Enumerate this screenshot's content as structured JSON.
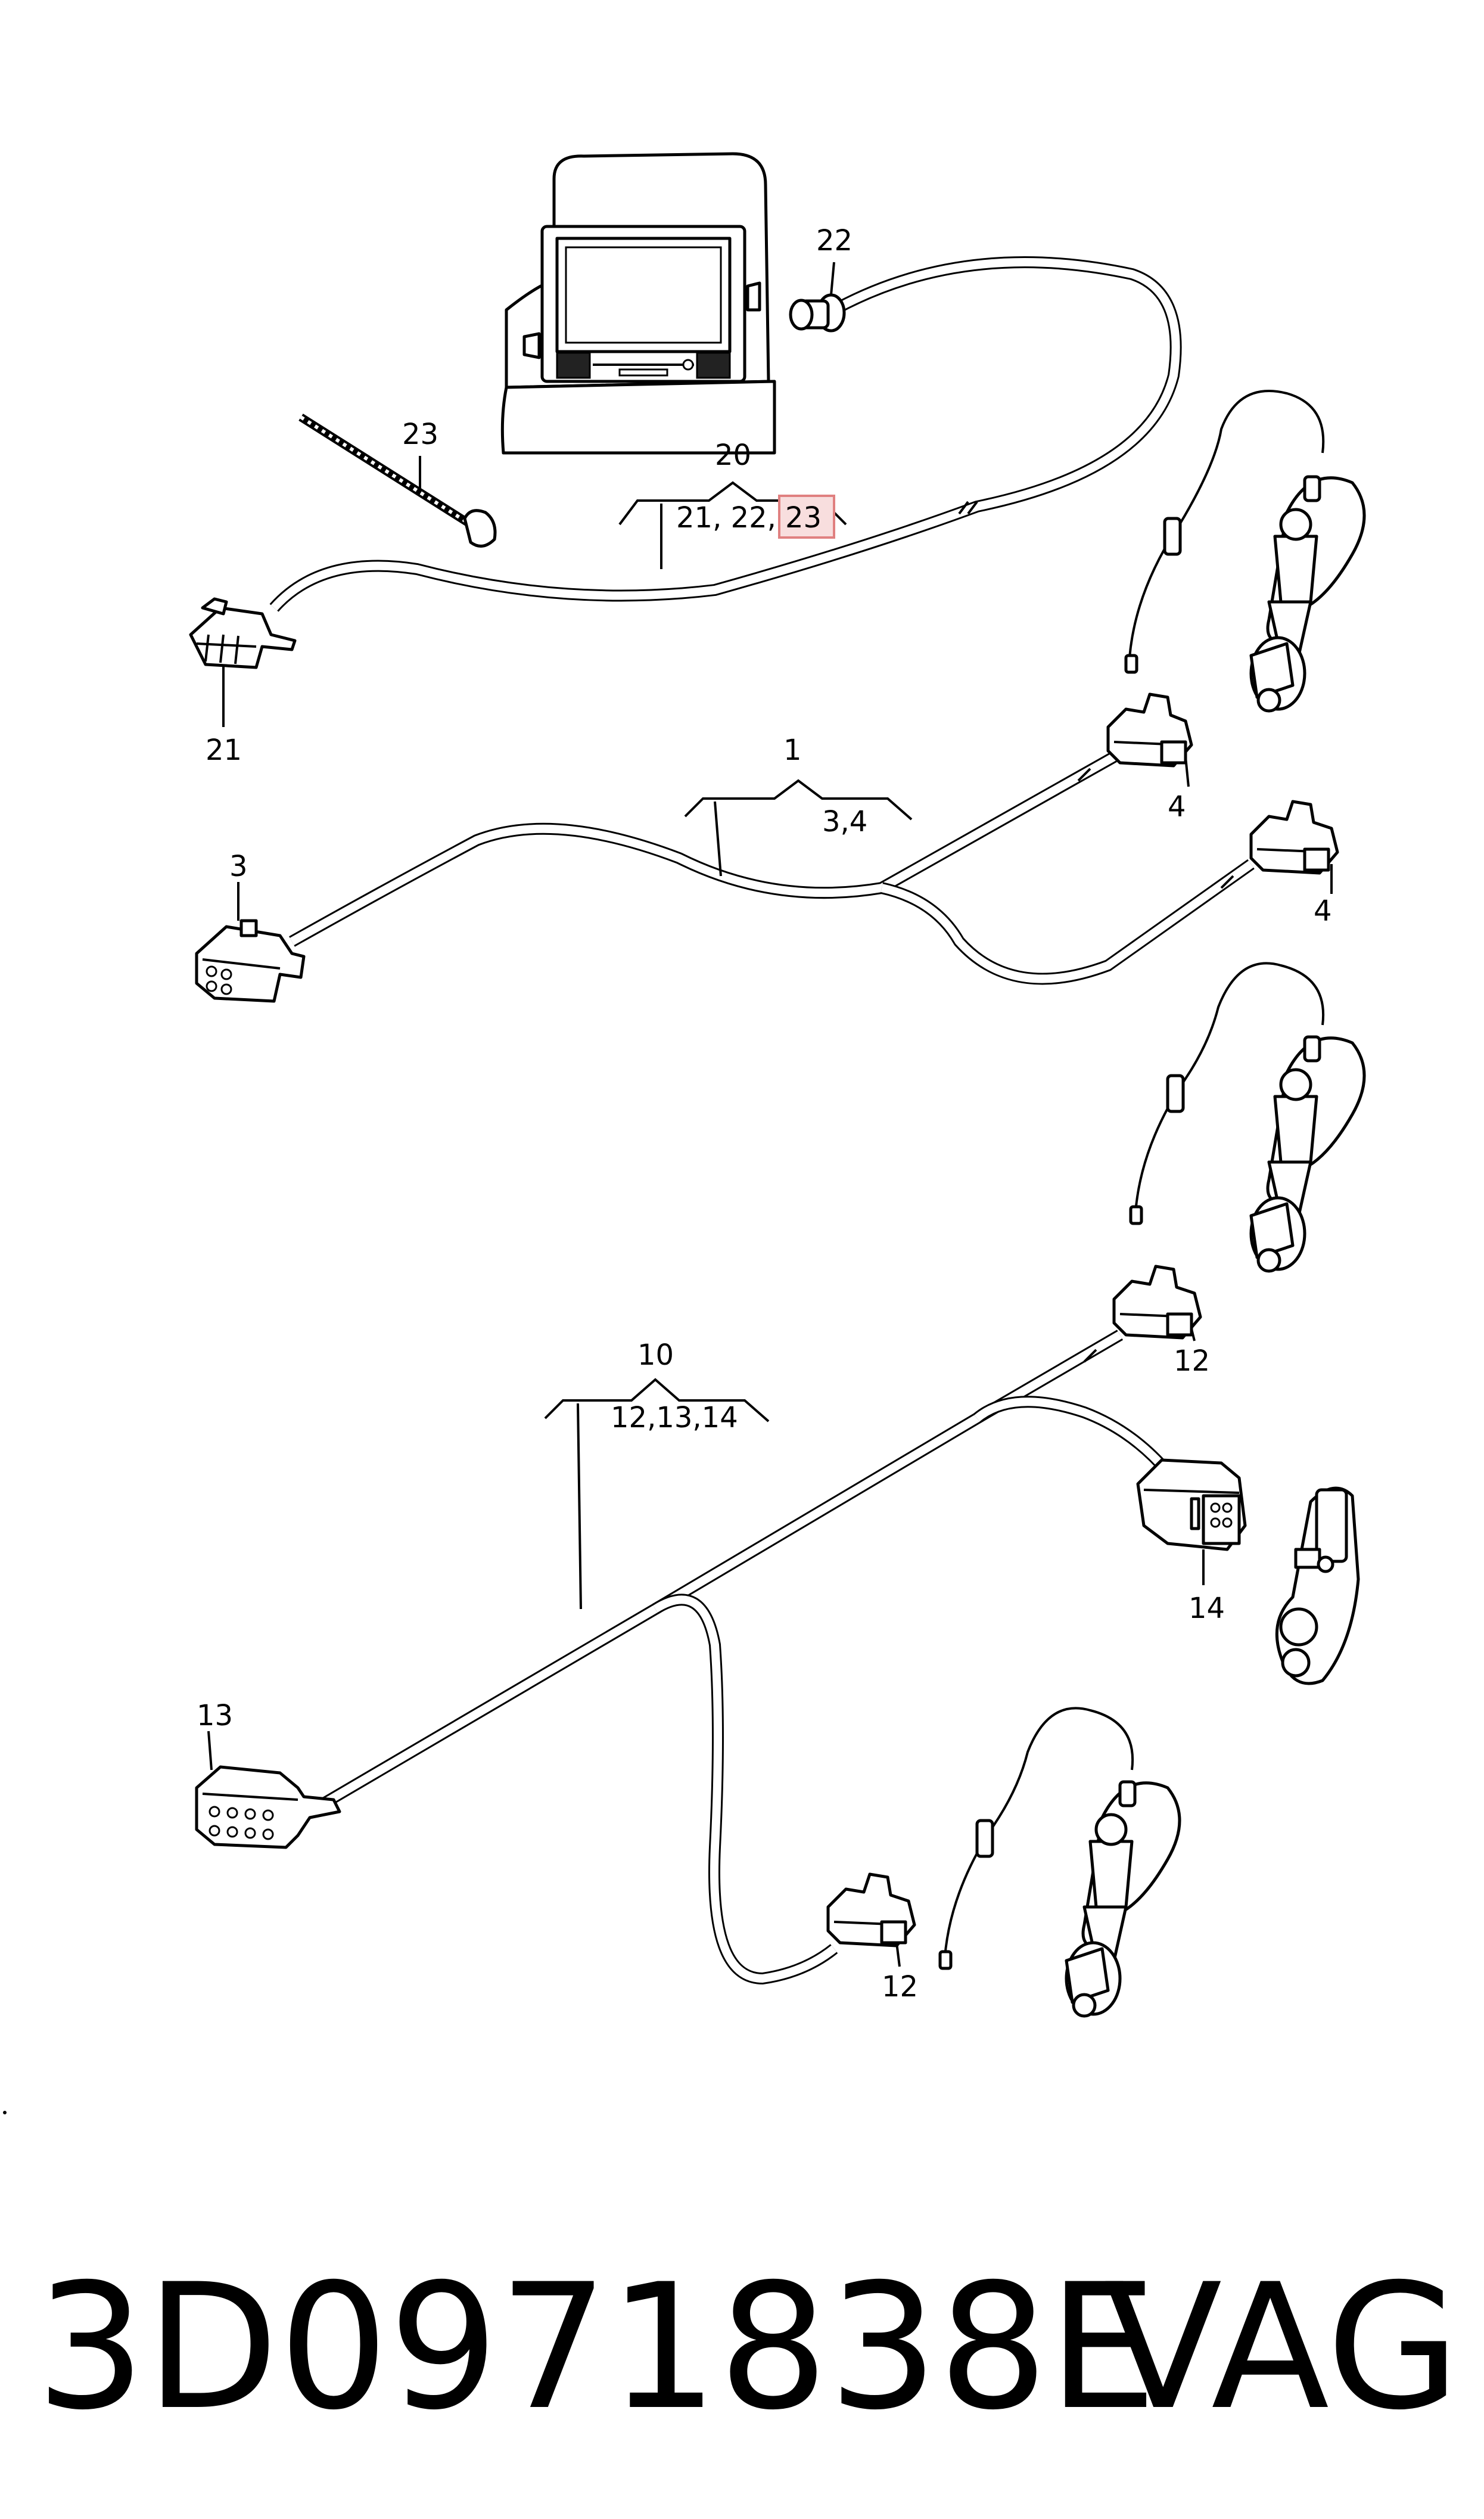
{
  "callouts": {
    "c22_top": "22",
    "c23_top": "23",
    "c20": "20",
    "c20_sub_a": "21, 22,",
    "c20_sub_b": "23",
    "c21": "21",
    "c1": "1",
    "c1_sub": "3,4",
    "c4_a": "4",
    "c4_b": "4",
    "c3": "3",
    "c10": "10",
    "c10_sub": "12,13,14",
    "c12_a": "12",
    "c14": "14",
    "c13": "13",
    "c12_b": "12"
  },
  "footer": {
    "part_number": "3D0971838E",
    "brand": "VAG"
  },
  "colors": {
    "line": "#000000",
    "background": "#ffffff",
    "highlight_fill": "#f8dede",
    "highlight_border": "#e08080"
  }
}
